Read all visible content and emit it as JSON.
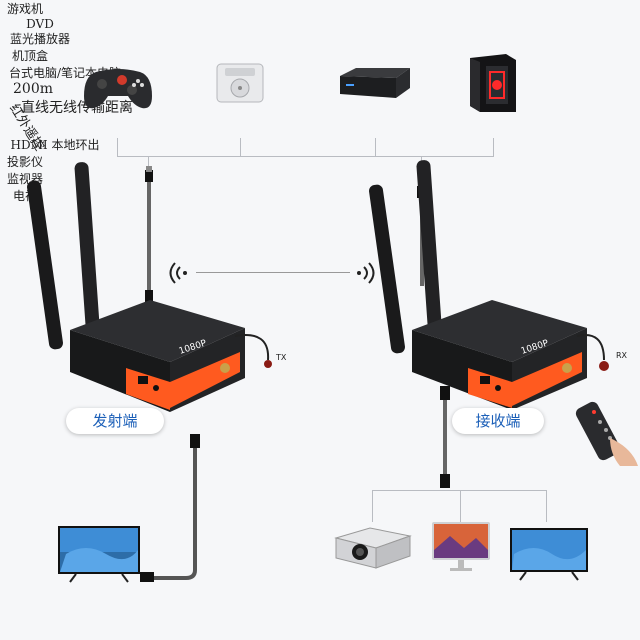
{
  "sources": [
    {
      "label": "游戏机",
      "icon": "gamepad-icon"
    },
    {
      "label": "DVD\n蓝光播放器",
      "icon": "dvd-player-icon"
    },
    {
      "label": "机顶盒",
      "icon": "set-top-box-icon"
    },
    {
      "label": "台式电脑/笔记本电脑",
      "icon": "desktop-pc-icon"
    }
  ],
  "distance": {
    "value": "200m",
    "caption": "直线无线传输距离"
  },
  "transmitter": {
    "label": "发射端",
    "tag": "TX",
    "badge": "1080P"
  },
  "receiver": {
    "label": "接收端",
    "tag": "RX",
    "badge": "1080P"
  },
  "loopout": {
    "label": "HDMI 本地环出",
    "icon": "tv-icon"
  },
  "remote": {
    "label": "红外遥控",
    "icon": "remote-control-icon"
  },
  "outputs": [
    {
      "label": "投影仪",
      "icon": "projector-icon"
    },
    {
      "label": "监视器",
      "icon": "monitor-icon"
    },
    {
      "label": "电视",
      "icon": "tv-icon"
    }
  ],
  "colors": {
    "accent": "#ff5a1f",
    "pill_text": "#1b5fb8",
    "device_body": "#1c1c1e"
  }
}
